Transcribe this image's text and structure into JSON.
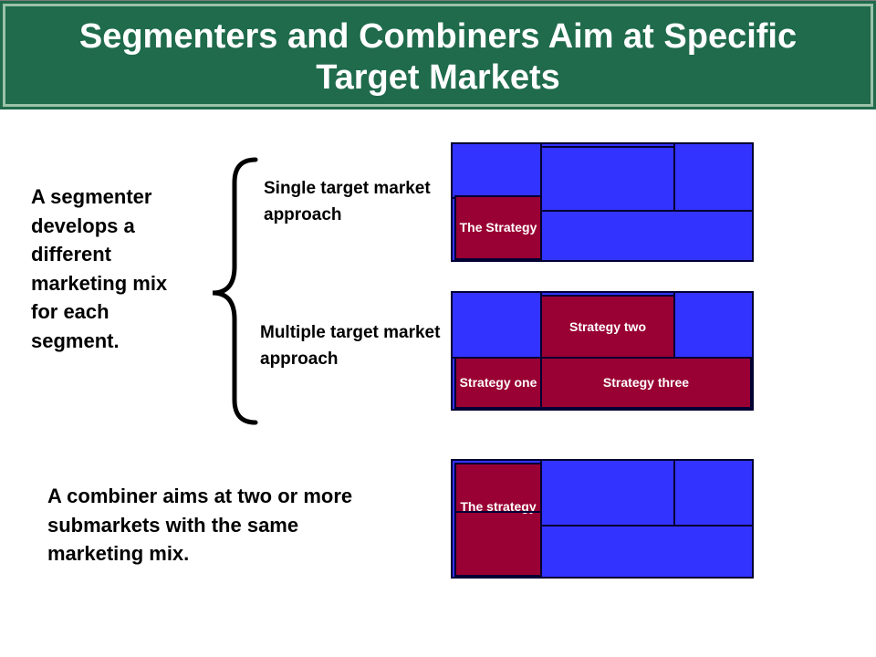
{
  "title": "Segmenters and Combiners Aim at Specific Target Markets",
  "segmenter_text": "A segmenter develops a different marketing mix for each segment.",
  "single_label": "Single target market approach",
  "multiple_label": "Multiple target market approach",
  "combiner_text": "A combiner aims at two or more submarkets with the same marketing mix.",
  "grids": {
    "single": {
      "strategy": "The Strategy"
    },
    "multiple": {
      "one": "Strategy one",
      "two": "Strategy two",
      "three": "Strategy three"
    },
    "combiner": {
      "strategy": "The strategy"
    }
  },
  "colors": {
    "title_bg": "#1f6b4c",
    "cell_blue": "#3333ff",
    "cell_red": "#990033"
  }
}
